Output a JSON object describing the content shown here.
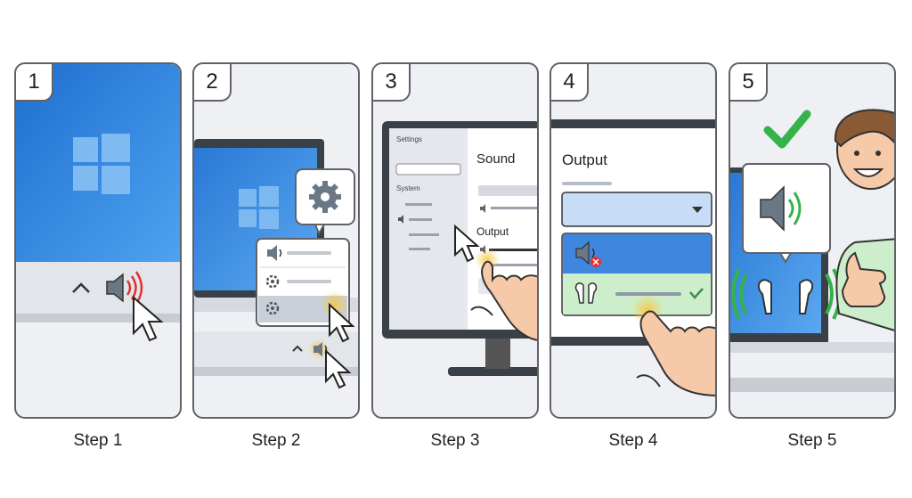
{
  "steps": [
    {
      "number": "1",
      "caption": "Step 1"
    },
    {
      "number": "2",
      "caption": "Step 2"
    },
    {
      "number": "3",
      "caption": "Step 3",
      "window_title": "Settings",
      "section": "System",
      "heading": "Sound",
      "subheading": "Output"
    },
    {
      "number": "4",
      "caption": "Step 4",
      "heading": "Output"
    },
    {
      "number": "5",
      "caption": "Step 5"
    }
  ],
  "colors": {
    "accent_blue": "#2f7fd8",
    "success_green": "#35b24a",
    "error_red": "#e03131",
    "highlight_glow": "#f7c948",
    "outline": "#5f6368"
  },
  "icons": [
    "speaker-icon",
    "gear-icon",
    "chevron-up-icon",
    "mouse-cursor-icon",
    "hand-pointer-icon",
    "checkmark-icon",
    "earbuds-icon",
    "windows-logo-icon",
    "thumbs-up-person"
  ]
}
